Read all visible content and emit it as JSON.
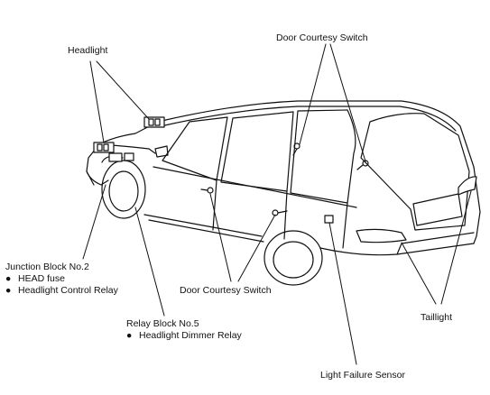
{
  "labels": {
    "headlight": "Headlight",
    "door_courtesy_switch_top": "Door Courtesy Switch",
    "junction_block": {
      "title": "Junction Block No.2",
      "items": [
        "HEAD fuse",
        "Headlight Control Relay"
      ]
    },
    "relay_block": {
      "title": "Relay Block No.5",
      "items": [
        "Headlight Dimmer Relay"
      ]
    },
    "door_courtesy_switch_bottom": "Door Courtesy Switch",
    "taillight": "Taillight",
    "light_failure_sensor": "Light Failure Sensor"
  },
  "bullet_glyph": "●",
  "colors": {
    "line": "#111111",
    "background": "#ffffff"
  }
}
